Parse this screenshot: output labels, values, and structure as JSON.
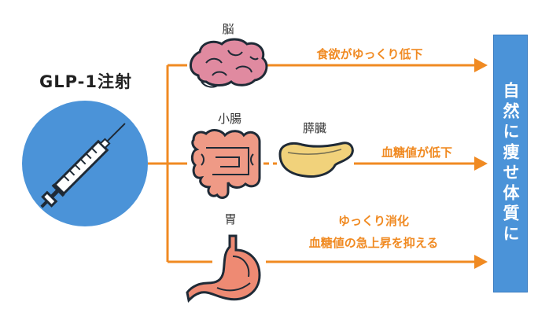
{
  "drug": {
    "name": "GLP-1注射"
  },
  "organs": {
    "brain": "脳",
    "intestine": "小腸",
    "pancreas": "膵臓",
    "stomach": "胃"
  },
  "effects": {
    "brain": "食欲がゆっくり低下",
    "pancreas": "血糖値が低下",
    "stomach_line1": "ゆっくり消化",
    "stomach_line2": "血糖値の急上昇を抑える"
  },
  "result": "自然に痩せ体質に",
  "colors": {
    "arrow": "#f08a22",
    "circle": "#4b93d8",
    "result_box": "#4b93d8",
    "brain": "#e08aa0",
    "intestine": "#ef9a86",
    "pancreas": "#f1d27b",
    "stomach": "#ee8a73"
  }
}
